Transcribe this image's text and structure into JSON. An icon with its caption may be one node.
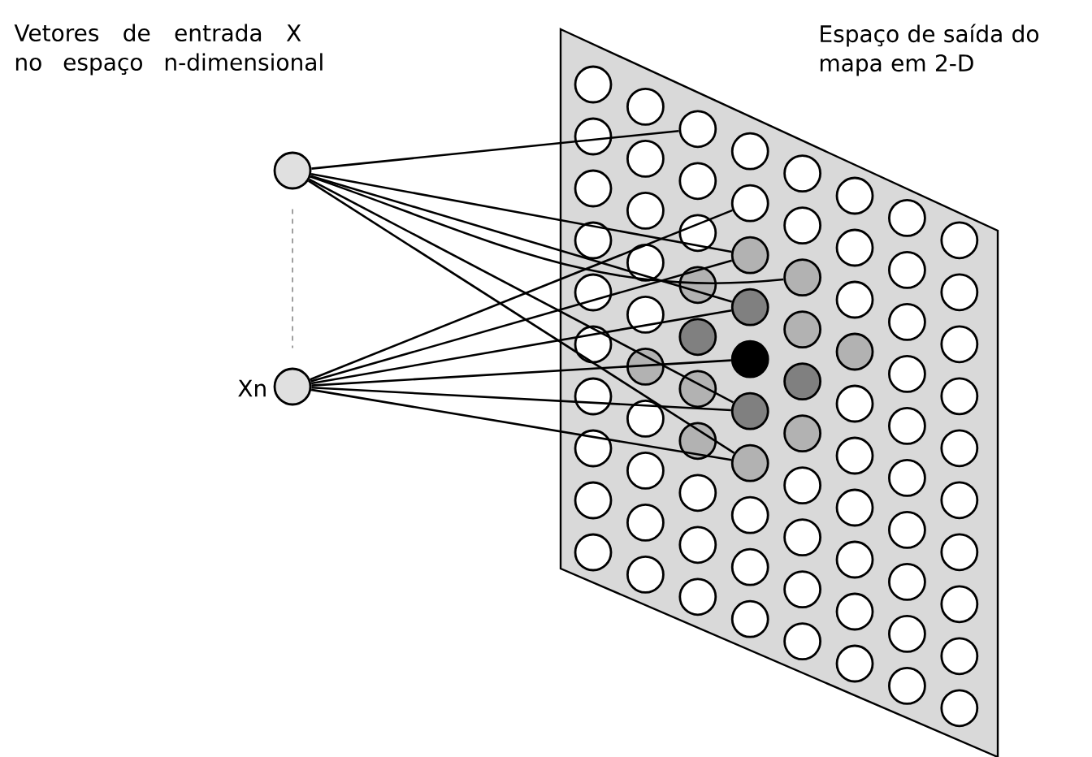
{
  "diagram": {
    "nodes": [
      {
        "text": [],
        "shape": "circle"
      },
      {
        "text": [],
        "shape": "circle",
        "beside": [
          "Xn"
        ]
      },
      {
        "text": [],
        "shape": "circle"
      },
      {
        "text": [],
        "shape": "circle"
      },
      {
        "text": [],
        "shape": "circle"
      },
      {
        "text": [],
        "shape": "circle"
      },
      {
        "text": [],
        "shape": "circle"
      },
      {
        "text": [],
        "shape": "circle"
      },
      {
        "text": [],
        "shape": "circle"
      },
      {
        "text": [],
        "shape": "circle"
      }
    ],
    "edges": [
      {
        "from": 0,
        "to": 1,
        "arrow": "none",
        "style": "dashed",
        "color": "#888888"
      },
      {
        "from": 0,
        "to": 2,
        "arrow": "none"
      },
      {
        "from": 0,
        "to": 4,
        "arrow": "none"
      },
      {
        "from": 0,
        "to": 5,
        "arrow": "none"
      },
      {
        "from": 0,
        "to": 6,
        "arrow": "none"
      },
      {
        "from": 0,
        "to": 8,
        "arrow": "none"
      },
      {
        "from": 0,
        "to": 9,
        "arrow": "none"
      },
      {
        "from": 1,
        "to": 3,
        "arrow": "none"
      },
      {
        "from": 1,
        "to": 4,
        "arrow": "none"
      },
      {
        "from": 1,
        "to": 6,
        "arrow": "none"
      },
      {
        "from": 1,
        "to": 7,
        "arrow": "none"
      },
      {
        "from": 1,
        "to": 8,
        "arrow": "none"
      },
      {
        "from": 1,
        "to": 9,
        "arrow": "none"
      }
    ],
    "labels": [
      "Vetores de entrada X no espaço n-dimensional",
      "Espaço de saída do mapa em 2-D"
    ]
  }
}
